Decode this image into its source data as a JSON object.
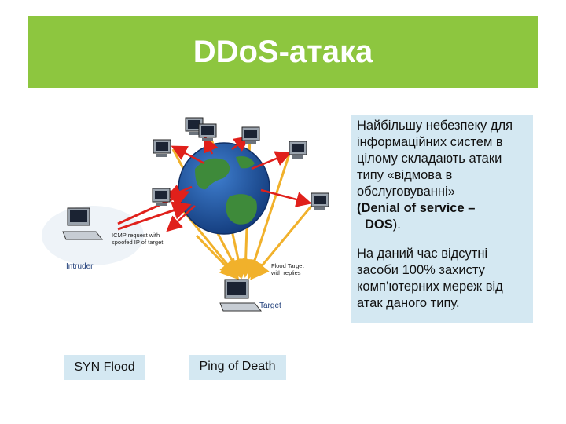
{
  "title": "DDoS-атака",
  "description": {
    "para1": [
      "Найбільшу небезпеку для",
      "інформаційних систем в",
      "цілому складають атаки",
      "типу «відмова в",
      "обслуговуванні»"
    ],
    "para1_bold_open": "(",
    "para1_bold_term": "Denial of service –",
    "para1_bold_abbr": "DOS",
    "para1_close": ").",
    "para2": [
      "На даний час відсутні",
      "засоби 100% захисту",
      "комп’ютерних мереж від",
      "атак даного типу."
    ]
  },
  "diagram": {
    "icmp_label_1": "ICMP request with",
    "icmp_label_2": "spoofed IP of target",
    "intruder_label": "Intruder",
    "flood_label_1": "Flood Target",
    "flood_label_2": "with replies",
    "target_label": "Target"
  },
  "buttons": {
    "syn": "SYN Flood",
    "ping": "Ping of Death"
  },
  "colors": {
    "title_bar": "#8dc63f",
    "box_bg": "#d4e8f2",
    "request_arrows": "#e0201b",
    "reply_arrows": "#f1b12b",
    "globe_water": "#1f4e99",
    "globe_land": "#3e8a3a"
  }
}
